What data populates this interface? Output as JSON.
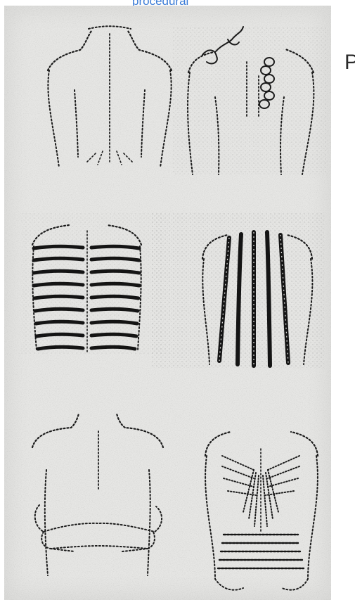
{
  "caption": {
    "top_text": "procedural",
    "side_text": "P"
  },
  "colors": {
    "caption_blue": "#3b7bd6",
    "paper": "#e6e6e4",
    "ink": "#1c1c1c"
  },
  "figures": [
    {
      "id": "back-1",
      "name": "figure-back-midline"
    },
    {
      "id": "back-2",
      "name": "figure-back-braid"
    },
    {
      "id": "back-3",
      "name": "figure-back-horizontal-bands"
    },
    {
      "id": "back-4",
      "name": "figure-back-vertical-bands"
    },
    {
      "id": "back-5",
      "name": "figure-back-lumbar-wrap"
    },
    {
      "id": "back-6",
      "name": "figure-back-radiating-lines"
    }
  ]
}
